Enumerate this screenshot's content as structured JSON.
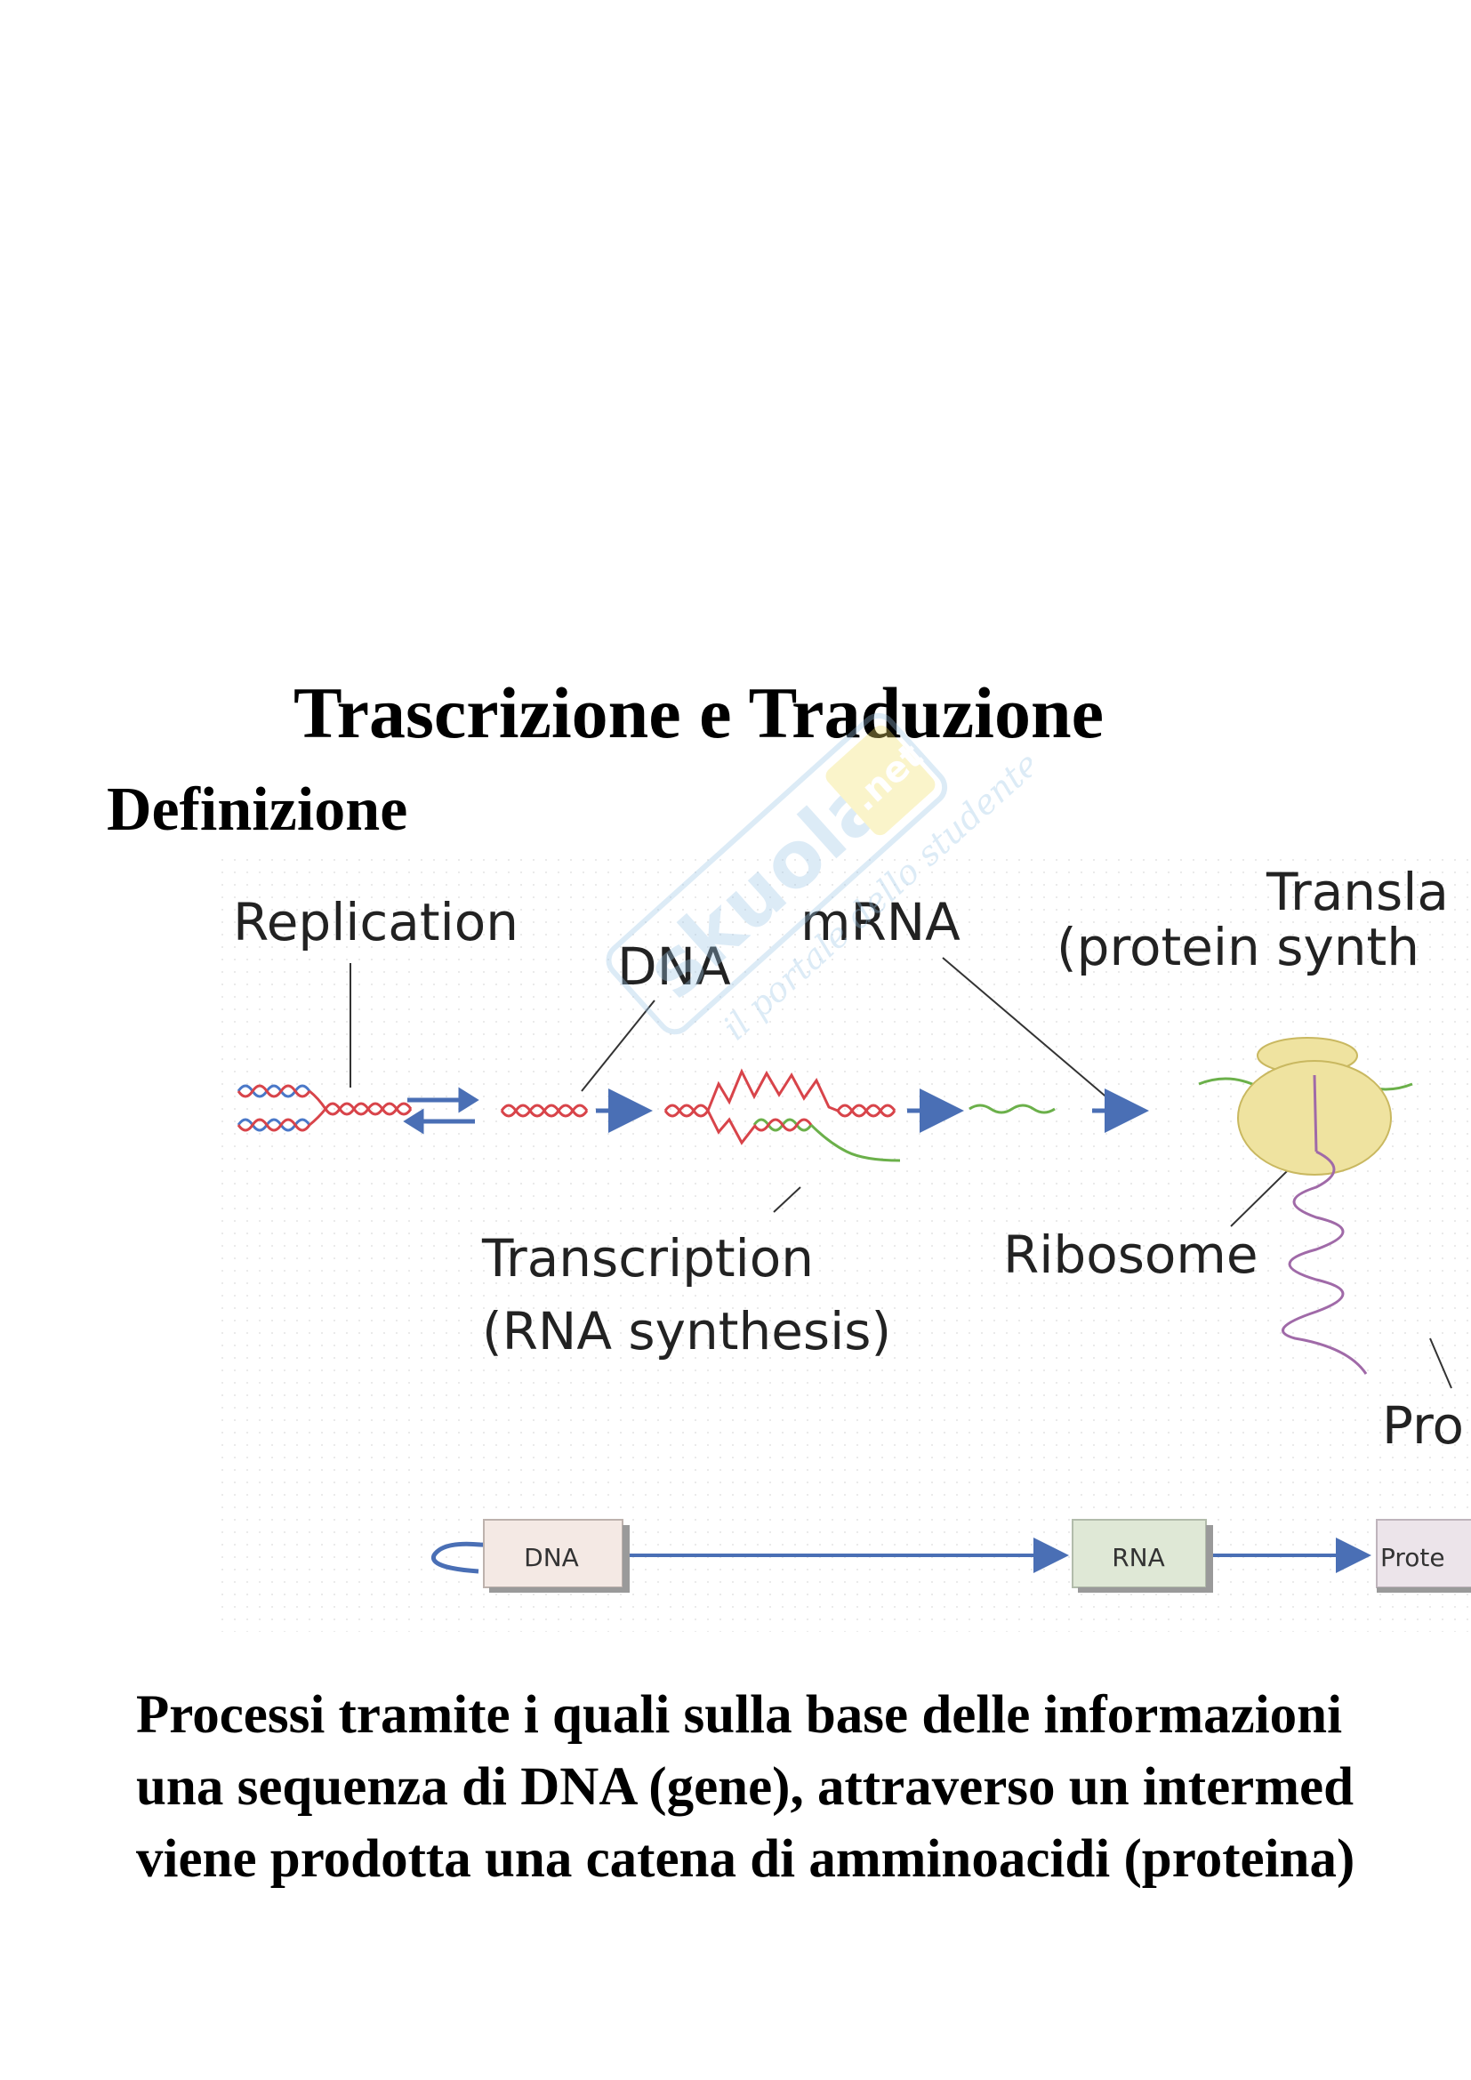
{
  "document": {
    "title": "Trascrizione e Traduzione",
    "section": "Definizione",
    "body_lines": [
      "Processi tramite i quali sulla base delle informazioni",
      "una sequenza di DNA (gene), attraverso un intermed",
      "viene prodotta una catena di amminoacidi (proteina)"
    ]
  },
  "figure": {
    "labels": {
      "replication": "Replication",
      "dna": "DNA",
      "mrna": "mRNA",
      "translation_1": "Transla",
      "translation_2": "(protein synth",
      "transcription_1": "Transcription",
      "transcription_2": "(RNA synthesis)",
      "ribosome": "Ribosome",
      "protein": "Pro"
    },
    "flow_boxes": {
      "dna": "DNA",
      "rna": "RNA",
      "protein": "Prote"
    },
    "colors": {
      "dna_red": "#d8444a",
      "dna_blue": "#4a78c8",
      "rna_green": "#6bb04a",
      "arrow_blue": "#4a6fb5",
      "ribosome_fill": "#efe3a0",
      "protein_purple": "#a06aa8"
    }
  },
  "watermark": {
    "brand": "skuola.net",
    "tagline": "il portale dello studente"
  }
}
